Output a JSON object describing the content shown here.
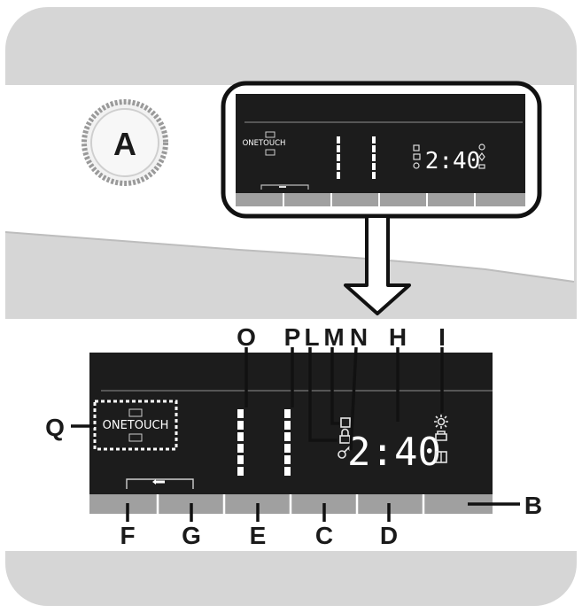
{
  "knob": {
    "label": "A"
  },
  "top_display": {
    "brand": "ONETOUCH",
    "time": "2:40"
  },
  "bottom_display": {
    "brand": "ONETOUCH",
    "time": "2:40"
  },
  "callouts": {
    "O": "O",
    "P": "P",
    "L": "L",
    "M": "M",
    "N": "N",
    "H": "H",
    "I": "I",
    "Q": "Q",
    "B": "B",
    "F": "F",
    "G": "G",
    "E": "E",
    "C": "C",
    "D": "D"
  },
  "colors": {
    "frame": "#d6d6d6",
    "panel": "#1c1c1c",
    "button_strip": "#a0a0a0",
    "line": "#111111"
  }
}
